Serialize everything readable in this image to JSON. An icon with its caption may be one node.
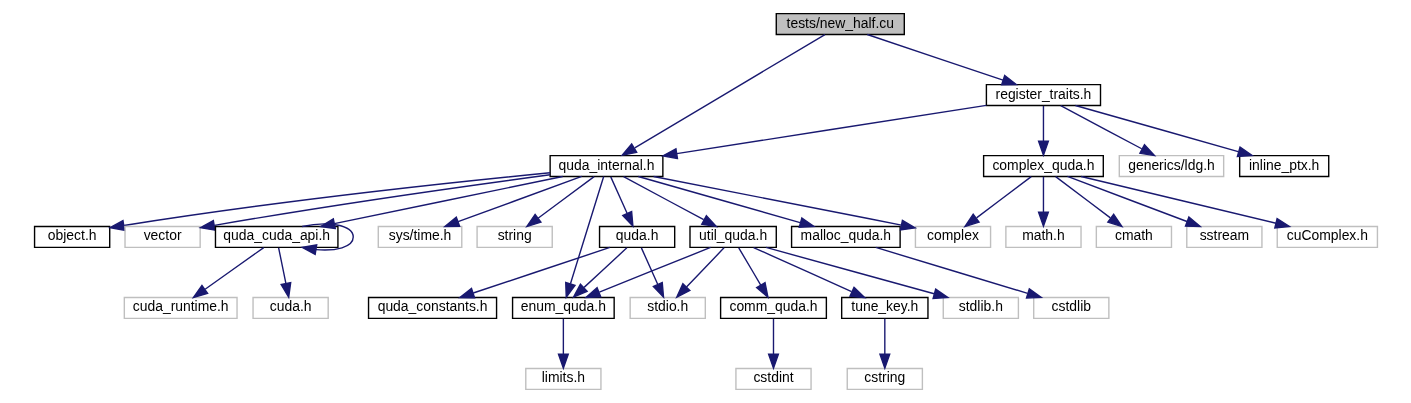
{
  "diagram": {
    "nodes": [
      {
        "text": [
          "tests/new_half.cu"
        ]
      },
      {
        "text": [
          "register_traits.h"
        ]
      },
      {
        "text": [
          "quda_internal.h"
        ]
      },
      {
        "text": [
          "complex_quda.h"
        ]
      },
      {
        "text": [
          "generics/ldg.h"
        ]
      },
      {
        "text": [
          "inline_ptx.h"
        ]
      },
      {
        "text": [
          "sys/time.h"
        ]
      },
      {
        "text": [
          "string"
        ]
      },
      {
        "text": [
          "quda.h"
        ]
      },
      {
        "text": [
          "util_quda.h"
        ]
      },
      {
        "text": [
          "malloc_quda.h"
        ]
      },
      {
        "text": [
          "object.h"
        ]
      },
      {
        "text": [
          "vector"
        ]
      },
      {
        "text": [
          "quda_cuda_api.h"
        ]
      },
      {
        "text": [
          "complex"
        ]
      },
      {
        "text": [
          "sstream"
        ]
      },
      {
        "text": [
          "cuComplex.h"
        ]
      },
      {
        "text": [
          "math.h"
        ]
      },
      {
        "text": [
          "cmath"
        ]
      },
      {
        "text": [
          "quda_constants.h"
        ]
      },
      {
        "text": [
          "enum_quda.h"
        ]
      },
      {
        "text": [
          "stdio.h"
        ]
      },
      {
        "text": [
          "comm_quda.h"
        ]
      },
      {
        "text": [
          "tune_key.h"
        ]
      },
      {
        "text": [
          "stdlib.h"
        ]
      },
      {
        "text": [
          "cstdlib"
        ]
      },
      {
        "text": [
          "cuda_runtime.h"
        ]
      },
      {
        "text": [
          "cuda.h"
        ]
      },
      {
        "text": [
          "limits.h"
        ]
      },
      {
        "text": [
          "cstdint"
        ]
      },
      {
        "text": [
          "cstring"
        ]
      }
    ],
    "edges": [
      {
        "from": 0,
        "to": 2,
        "arrow": "to"
      },
      {
        "from": 0,
        "to": 1,
        "arrow": "to"
      },
      {
        "from": 1,
        "to": 2,
        "arrow": "to"
      },
      {
        "from": 1,
        "to": 3,
        "arrow": "to"
      },
      {
        "from": 1,
        "to": 4,
        "arrow": "to"
      },
      {
        "from": 1,
        "to": 5,
        "arrow": "to"
      },
      {
        "from": 2,
        "to": 6,
        "arrow": "to"
      },
      {
        "from": 2,
        "to": 7,
        "arrow": "to"
      },
      {
        "from": 2,
        "to": 8,
        "arrow": "to"
      },
      {
        "from": 2,
        "to": 20,
        "arrow": "to"
      },
      {
        "from": 2,
        "to": 9,
        "arrow": "to"
      },
      {
        "from": 2,
        "to": 10,
        "arrow": "to"
      },
      {
        "from": 2,
        "to": 11,
        "arrow": "to"
      },
      {
        "from": 2,
        "to": 12,
        "arrow": "to"
      },
      {
        "from": 2,
        "to": 13,
        "arrow": "to"
      },
      {
        "from": 2,
        "to": 14,
        "arrow": "to"
      },
      {
        "from": 3,
        "to": 14,
        "arrow": "to"
      },
      {
        "from": 3,
        "to": 15,
        "arrow": "to"
      },
      {
        "from": 3,
        "to": 16,
        "arrow": "to"
      },
      {
        "from": 3,
        "to": 17,
        "arrow": "to"
      },
      {
        "from": 3,
        "to": 18,
        "arrow": "to"
      },
      {
        "from": 8,
        "to": 19,
        "arrow": "to"
      },
      {
        "from": 8,
        "to": 20,
        "arrow": "to"
      },
      {
        "from": 8,
        "to": 21,
        "arrow": "to"
      },
      {
        "from": 9,
        "to": 20,
        "arrow": "to"
      },
      {
        "from": 9,
        "to": 21,
        "arrow": "to"
      },
      {
        "from": 9,
        "to": 22,
        "arrow": "to"
      },
      {
        "from": 9,
        "to": 23,
        "arrow": "to"
      },
      {
        "from": 9,
        "to": 24,
        "arrow": "to"
      },
      {
        "from": 10,
        "to": 25,
        "arrow": "to"
      },
      {
        "from": 13,
        "to": 13,
        "arrow": "to"
      },
      {
        "from": 13,
        "to": 26,
        "arrow": "to"
      },
      {
        "from": 13,
        "to": 27,
        "arrow": "to"
      },
      {
        "from": 20,
        "to": 28,
        "arrow": "to"
      },
      {
        "from": 22,
        "to": 29,
        "arrow": "to"
      },
      {
        "from": 23,
        "to": 30,
        "arrow": "to"
      }
    ]
  }
}
